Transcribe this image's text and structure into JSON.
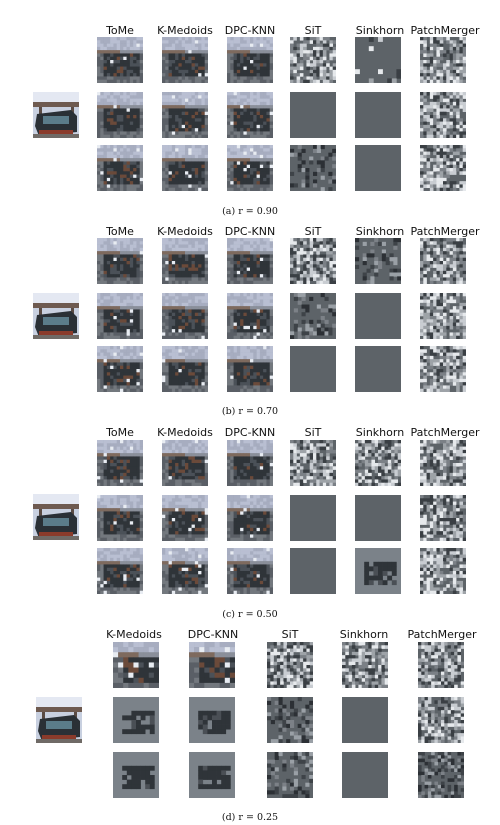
{
  "blocks": [
    {
      "caption": "(a) r = 0.90",
      "methods": [
        "ToMe",
        "K-Medoids",
        "DPC-KNN",
        "SiT",
        "Sinkhorn",
        "PatchMerger"
      ]
    },
    {
      "caption": "(b) r = 0.70",
      "methods": [
        "ToMe",
        "K-Medoids",
        "DPC-KNN",
        "SiT",
        "Sinkhorn",
        "PatchMerger"
      ]
    },
    {
      "caption": "(c) r = 0.50",
      "methods": [
        "ToMe",
        "K-Medoids",
        "DPC-KNN",
        "SiT",
        "Sinkhorn",
        "PatchMerger"
      ]
    },
    {
      "caption": "(d) r = 0.25",
      "methods": [
        "K-Medoids",
        "DPC-KNN",
        "SiT",
        "Sinkhorn",
        "PatchMerger"
      ]
    }
  ],
  "colors": {
    "flat_gray": "#5d6368",
    "sky": "#aeb4c8",
    "bus_dark": "#2d3136",
    "noise_light": "#9ea3a8"
  },
  "icons": {
    "source": "bus-photo-thumbnail"
  }
}
